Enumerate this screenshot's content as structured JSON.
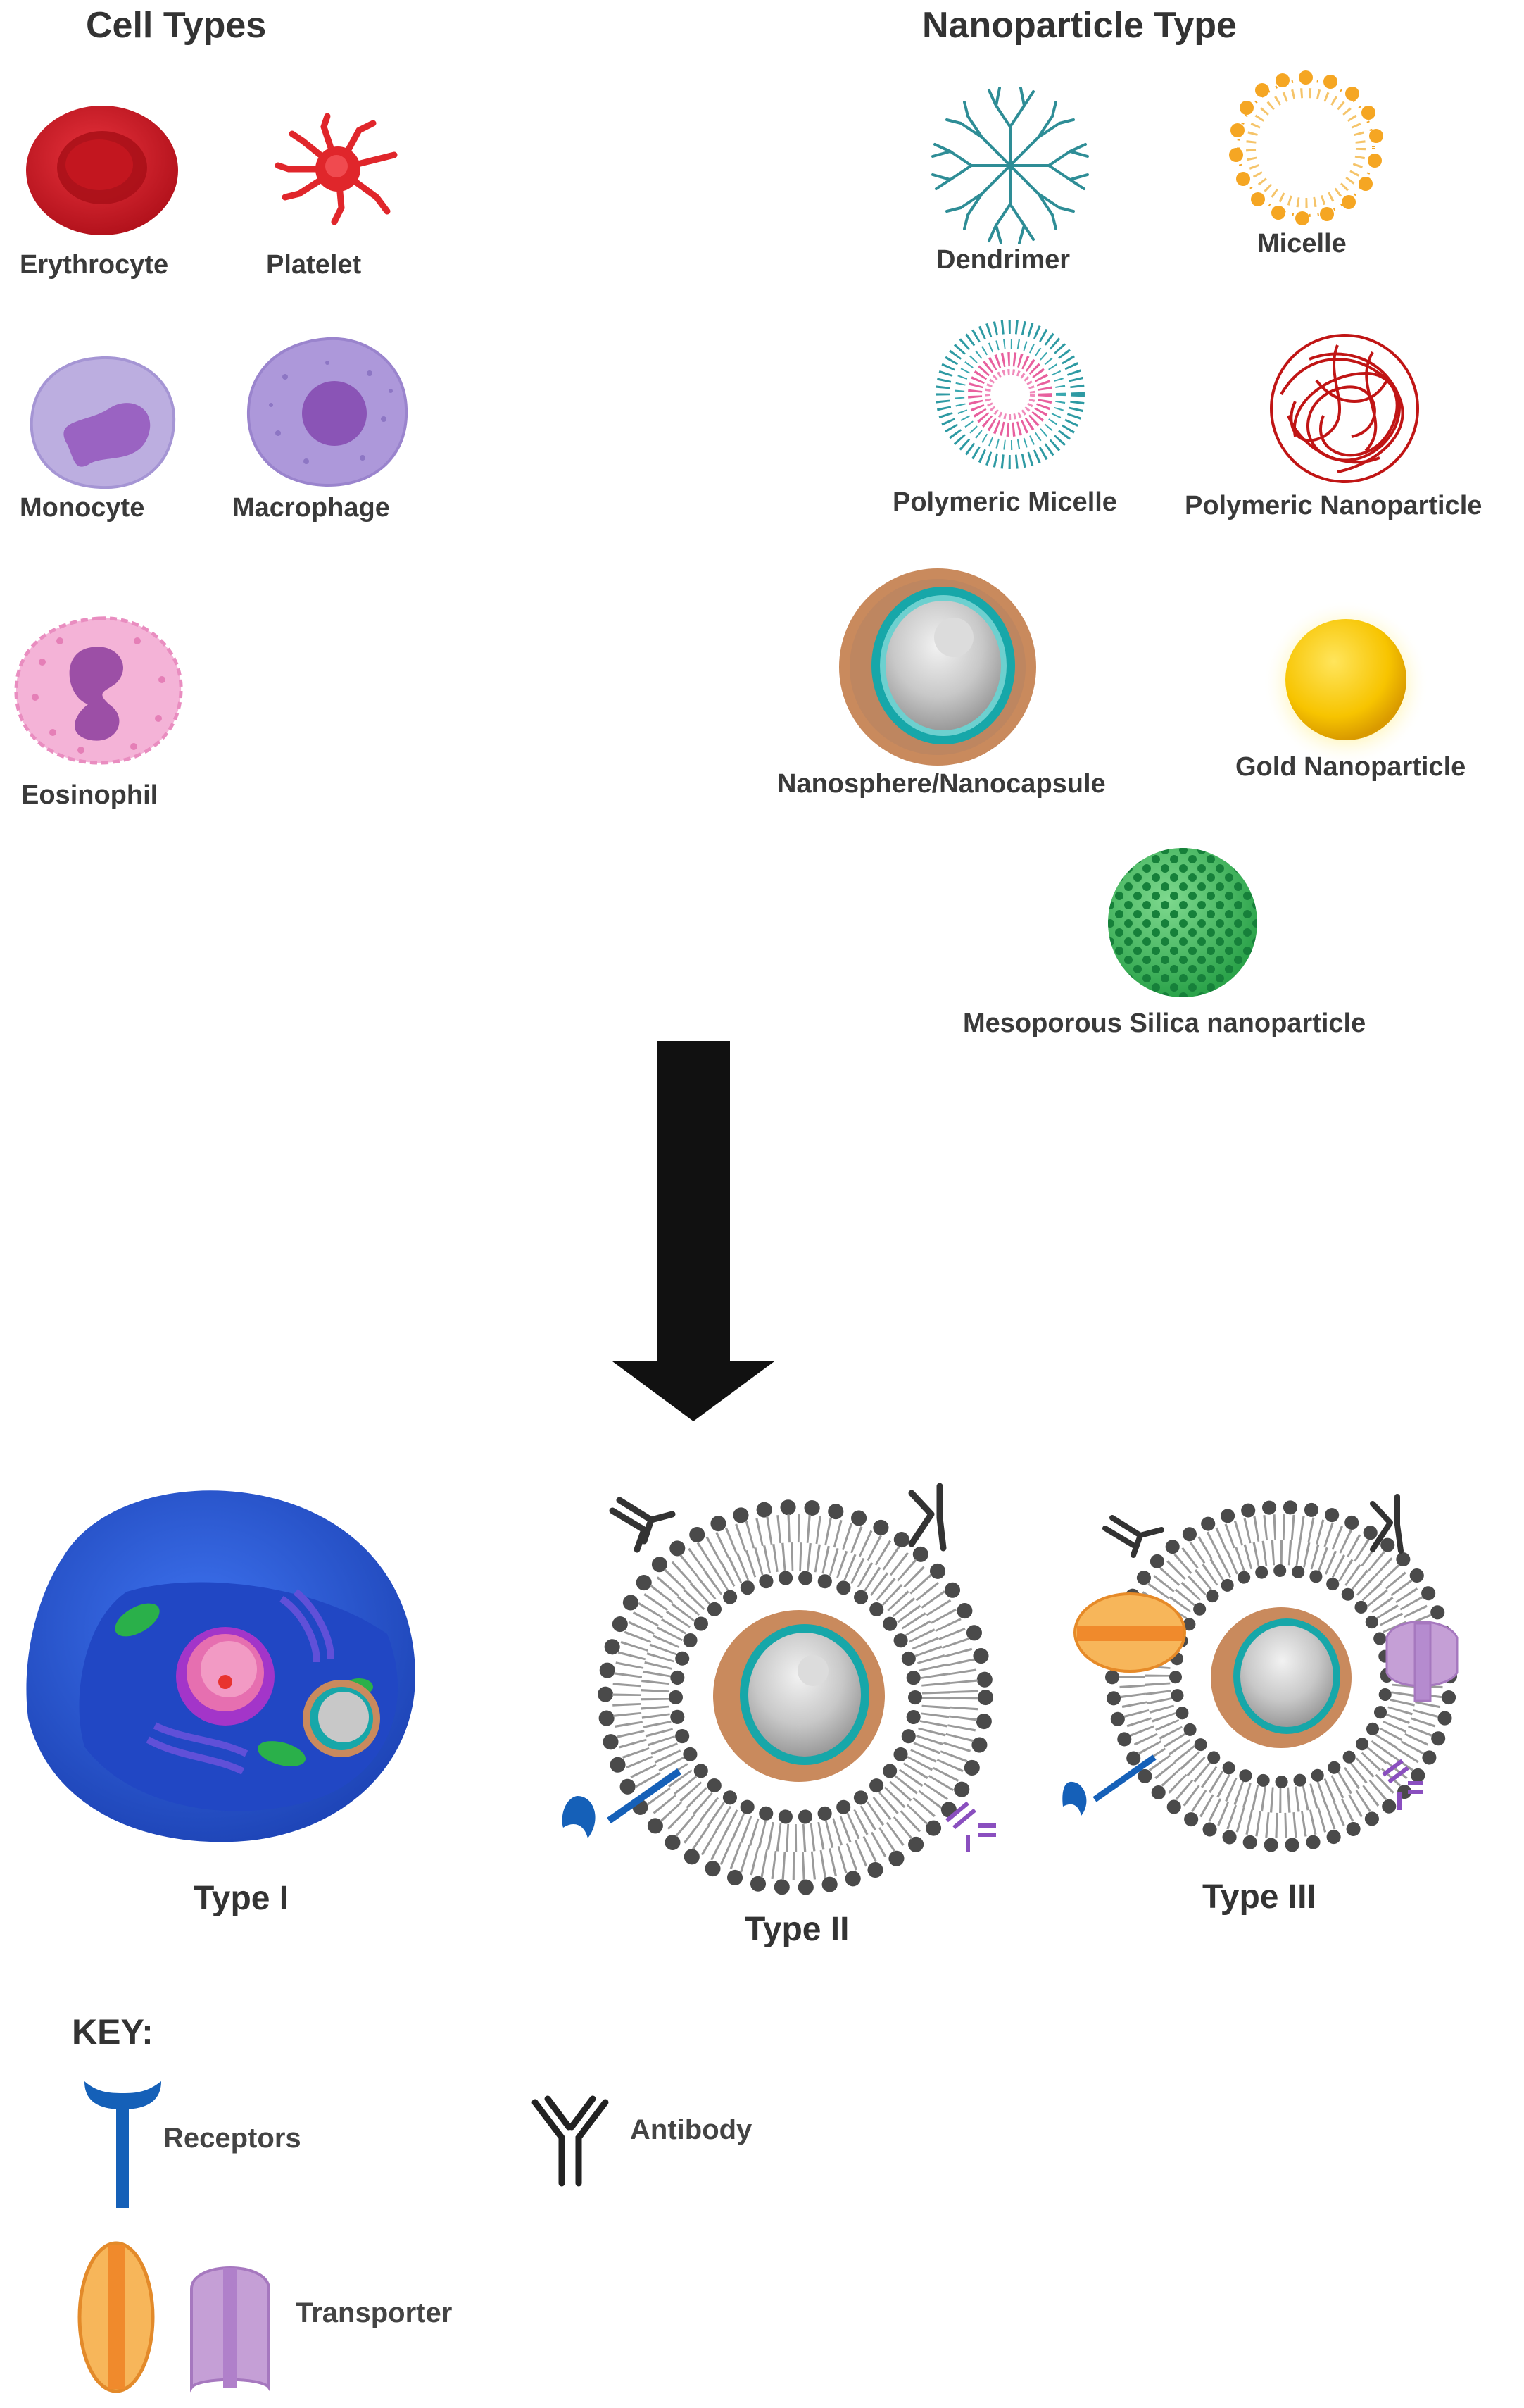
{
  "cell_types": {
    "heading": "Cell Types",
    "items": {
      "erythrocyte": "Erythrocyte",
      "platelet": "Platelet",
      "monocyte": "Monocyte",
      "macrophage": "Macrophage",
      "eosinophil": "Eosinophil"
    }
  },
  "nanoparticle_types": {
    "heading": "Nanoparticle Type",
    "items": {
      "dendrimer": "Dendrimer",
      "micelle": "Micelle",
      "polymeric_micelle": "Polymeric Micelle",
      "polymeric_nanoparticle": "Polymeric Nanoparticle",
      "nanosphere": "Nanosphere/Nanocapsule",
      "gold": "Gold Nanoparticle",
      "silica": "Mesoporous Silica nanoparticle"
    }
  },
  "result_types": {
    "type1": "Type I",
    "type2": "Type II",
    "type3": "Type III"
  },
  "key": {
    "title": "KEY:",
    "receptors": "Receptors",
    "antibody": "Antibody",
    "transporter": "Transporter"
  },
  "colors": {
    "erythrocyte": "#d0202a",
    "platelet": "#e0262b",
    "monocyte": "#b9a6dc",
    "macrophage": "#a08ad0",
    "eosinophil": "#f3a7cf",
    "dendrimer": "#2e8d96",
    "micelle": "#f5a623",
    "polymeric_nanoparticle": "#c01515",
    "gold": "#f7c400",
    "silica": "#2ba34a",
    "shell_teal": "#17a7a9",
    "cell_blue": "#2f5fe0",
    "receptor_blue": "#1560b8",
    "transporter_orange": "#f7b65a",
    "transporter_purple": "#c59fd6",
    "arrow": "#111111"
  }
}
